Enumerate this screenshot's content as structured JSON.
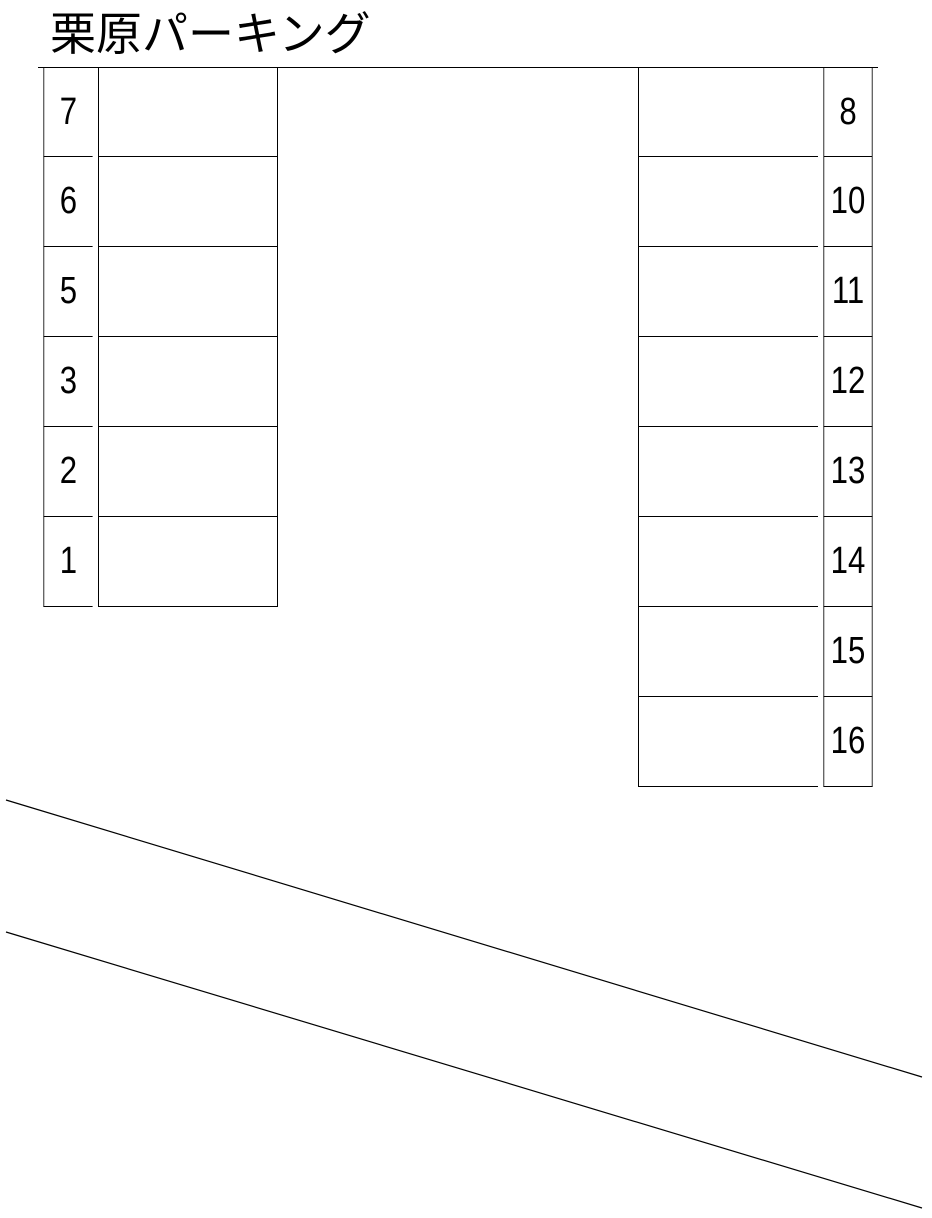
{
  "title": "栗原パーキング",
  "left_spaces": [
    {
      "number": "7"
    },
    {
      "number": "6"
    },
    {
      "number": "5"
    },
    {
      "number": "3"
    },
    {
      "number": "2"
    },
    {
      "number": "1"
    }
  ],
  "right_spaces": [
    {
      "number": "8"
    },
    {
      "number": "10"
    },
    {
      "number": "11"
    },
    {
      "number": "12"
    },
    {
      "number": "13"
    },
    {
      "number": "14"
    },
    {
      "number": "15"
    },
    {
      "number": "16"
    }
  ],
  "colors": {
    "line": "#000000",
    "background": "#ffffff"
  }
}
